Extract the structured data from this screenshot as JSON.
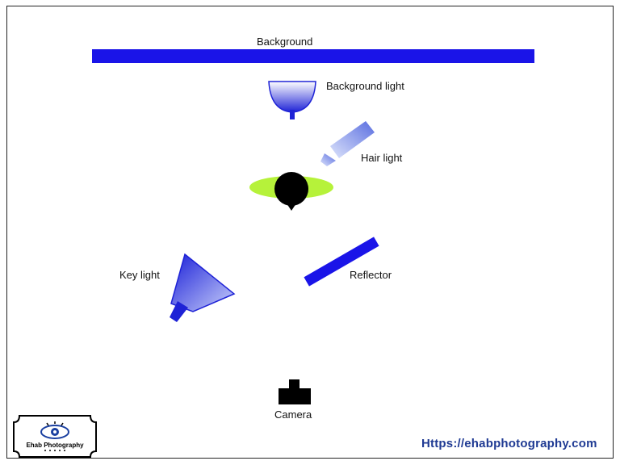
{
  "labels": {
    "background": "Background",
    "background_light": "Background light",
    "hair_light": "Hair light",
    "key_light": "Key light",
    "reflector": "Reflector",
    "camera": "Camera"
  },
  "footer": {
    "url": "Https://ehabphotography.com"
  },
  "logo": {
    "text": "Ehab Photography"
  },
  "colors": {
    "background_bar": "#1a14e8",
    "reflector": "#1a14e8",
    "subject_ring": "#b6f23a",
    "subject": "#000000",
    "url": "#1f3a93"
  }
}
